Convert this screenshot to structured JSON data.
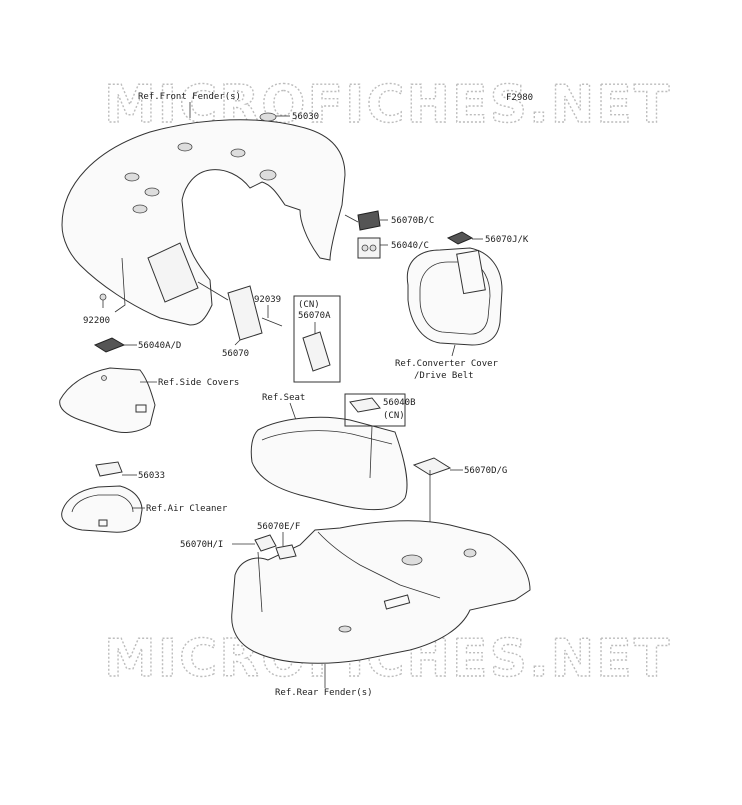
{
  "figure_code": "F2980",
  "watermark": "MICROFICHES.NET",
  "refs": {
    "front_fender": "Ref.Front Fender(s)",
    "side_covers": "Ref.Side Covers",
    "air_cleaner": "Ref.Air Cleaner",
    "seat": "Ref.Seat",
    "converter_cover_line1": "Ref.Converter Cover",
    "converter_cover_line2": "/Drive Belt",
    "rear_fender": "Ref.Rear Fender(s)"
  },
  "parts": {
    "p56030": "56030",
    "p56070bc": "56070B/C",
    "p56040c": "56040/C",
    "p56070jk": "56070J/K",
    "p92039": "92039",
    "cn_box_tag": "(CN)",
    "p56070a": "56070A",
    "p92200": "92200",
    "p56070": "56070",
    "p56040ad": "56040A/D",
    "p56040b": "56040B",
    "p56040b_cn": "(CN)",
    "p56033": "56033",
    "p56070dg": "56070D/G",
    "p56070ef": "56070E/F",
    "p56070hi": "56070H/I"
  }
}
